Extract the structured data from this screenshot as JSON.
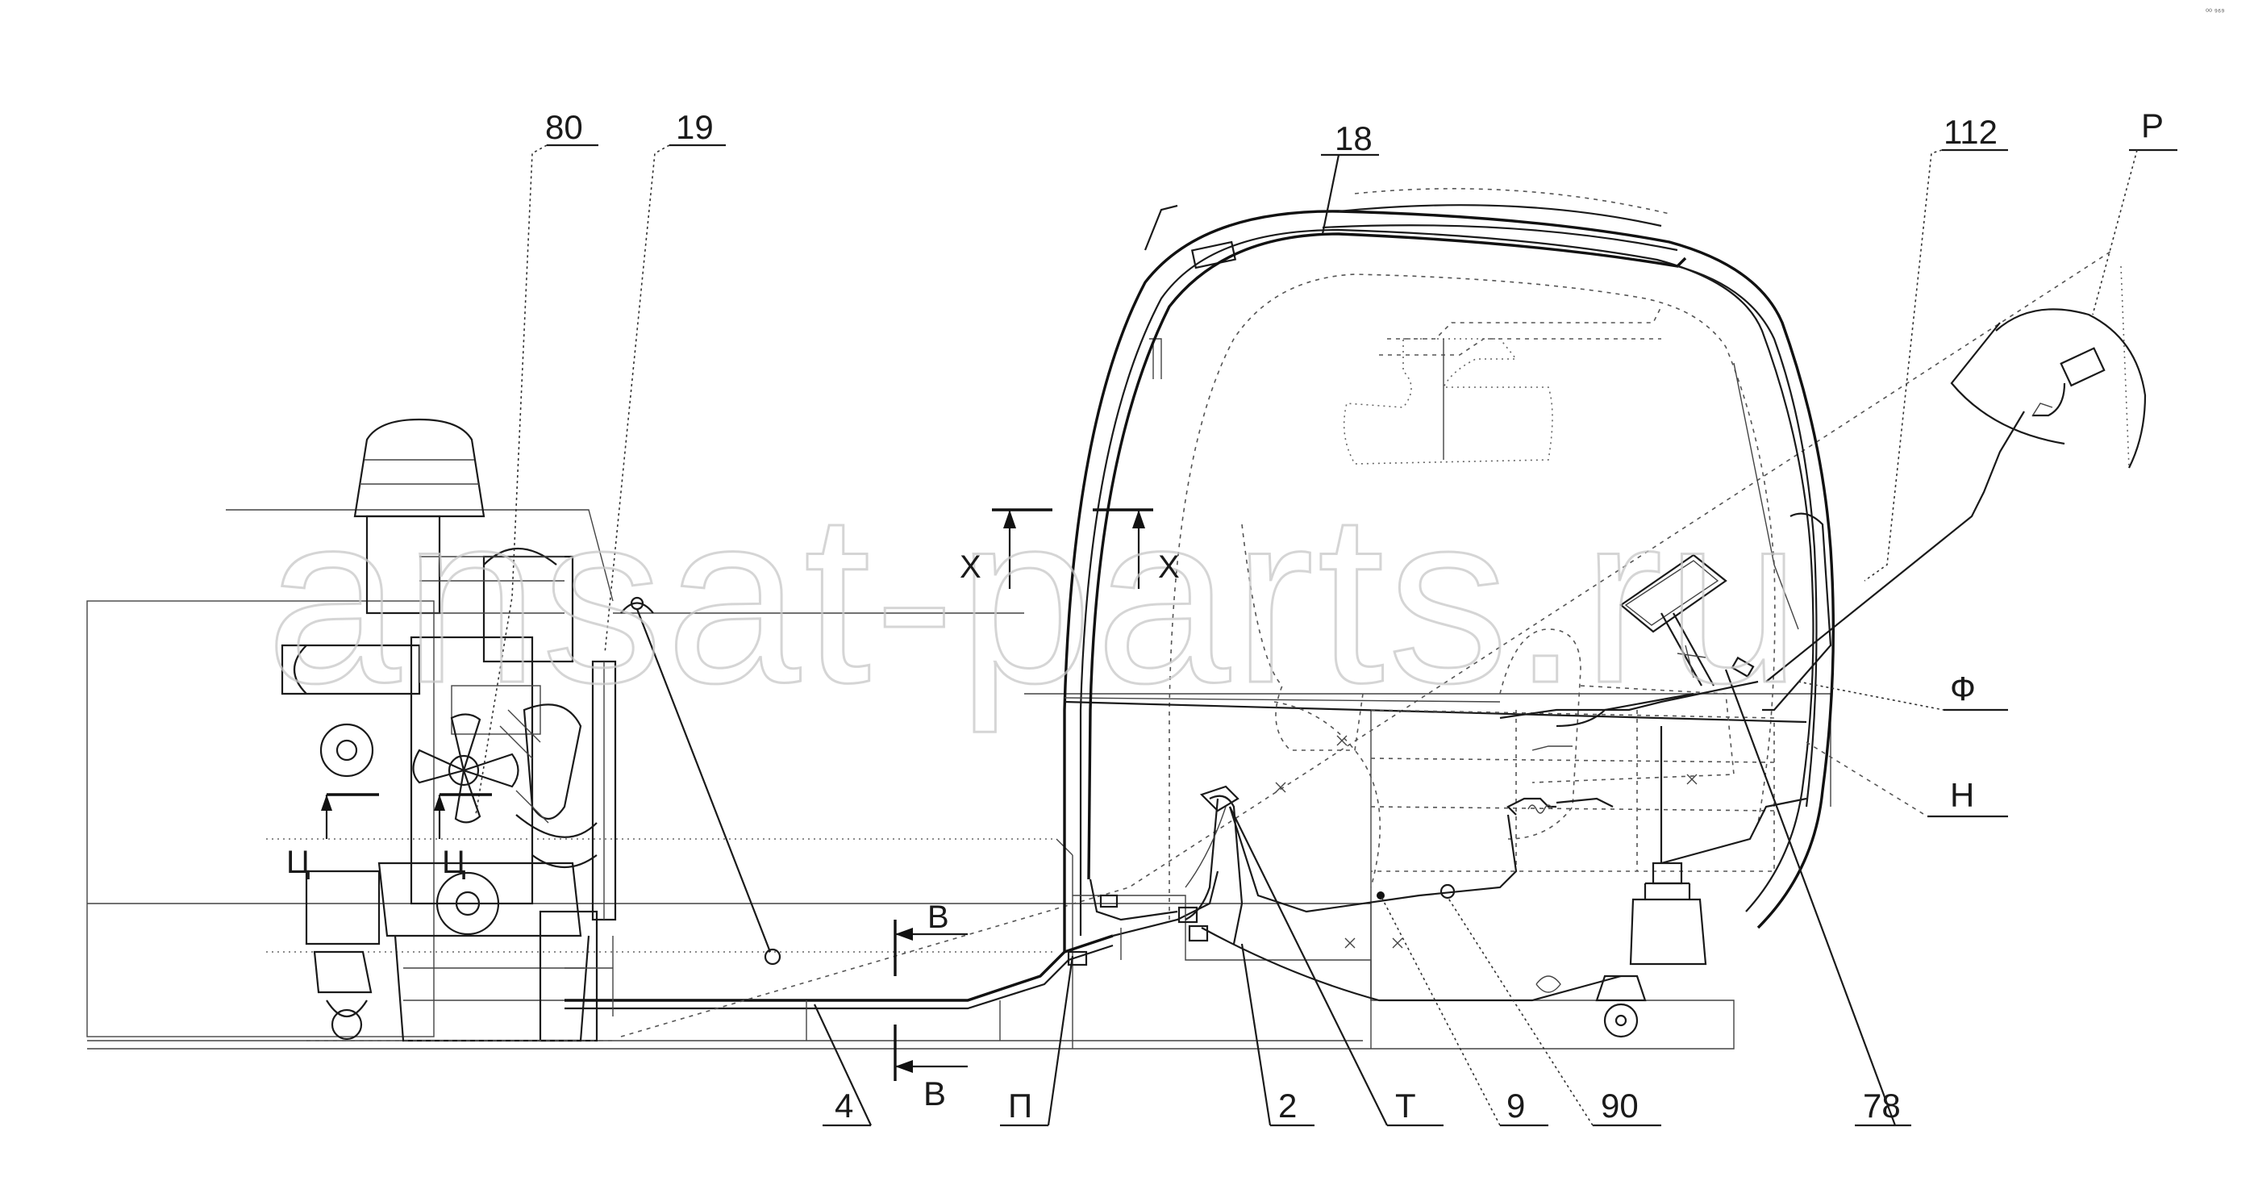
{
  "watermark": "ansat-parts.ru",
  "corner_mark": "⁰⁰ ⁹⁶⁹",
  "callouts": {
    "c80": "80",
    "c19": "19",
    "c18": "18",
    "c112": "112",
    "cP": "P",
    "c4": "4",
    "cV": "В",
    "cPe": "П",
    "c2": "2",
    "cT": "Т",
    "c9": "9",
    "c90": "90",
    "c78": "78",
    "cF": "Ф",
    "cN": "Н"
  },
  "section_marks": {
    "x_left": "Х",
    "x_right": "Х",
    "v_top": "В",
    "v_bottom": "В",
    "ts_left": "Ц",
    "ts_right": "Ц"
  }
}
